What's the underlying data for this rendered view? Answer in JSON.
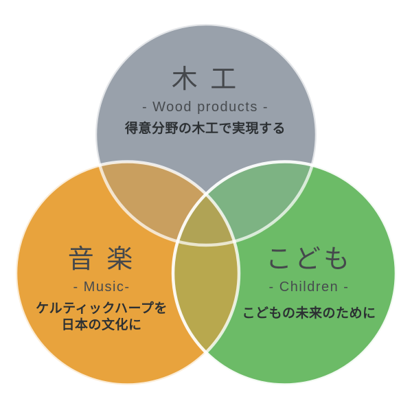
{
  "diagram": {
    "background_color": "#ffffff",
    "stroke_color": "#ffffff",
    "wood": {
      "title": "木 工",
      "subtitle": "- Wood products -",
      "description": "得意分野の木工で実現する",
      "fill_color": "#99a1ab"
    },
    "music": {
      "title": "音 楽",
      "subtitle": "- Music-",
      "description_line1": "ケルティックハープを",
      "description_line2": "日本の文化に",
      "fill_color": "#e8a33d"
    },
    "children": {
      "title": "こども",
      "subtitle": "- Children -",
      "description": "こどもの未来のために",
      "fill_color": "#6cbb67"
    },
    "overlaps": {
      "wood_music": "#c99f5f",
      "wood_children": "#7db383",
      "music_children": "#b8a84e",
      "center": "#b0a355"
    }
  }
}
